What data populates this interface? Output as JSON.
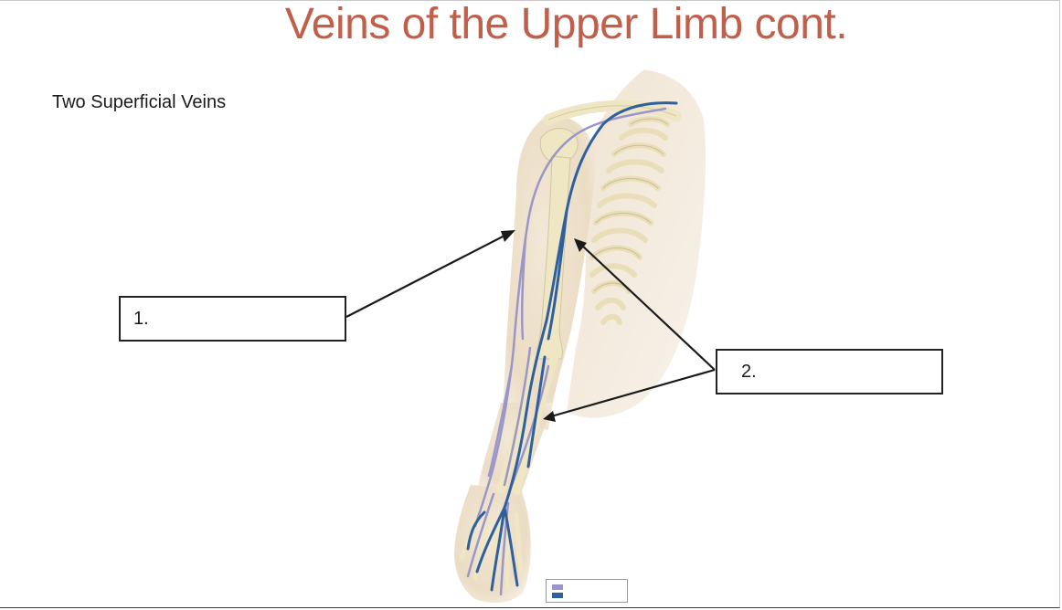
{
  "slide": {
    "title": "Veins of the Upper Limb cont.",
    "subtitle": "Two Superficial Veins"
  },
  "labels": [
    {
      "id": "box1",
      "text": "1."
    },
    {
      "id": "box2",
      "text": "2."
    }
  ],
  "colors": {
    "title": "#c0604a",
    "vein_light": "#9a96c8",
    "vein_dark": "#2f5f9e",
    "bone": "#efe6c4",
    "skin": "#eee2cf"
  },
  "legend": {
    "swatches": [
      "#9a96c8",
      "#2f5f9e"
    ]
  }
}
